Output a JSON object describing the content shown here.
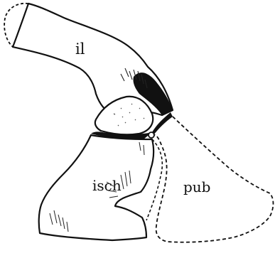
{
  "figure": {
    "labels": {
      "ilium": "il",
      "ischium": "isch",
      "pubis": "pub"
    }
  }
}
